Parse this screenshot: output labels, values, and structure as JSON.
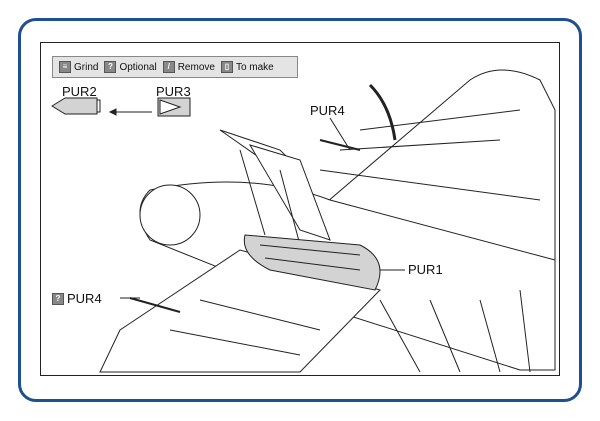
{
  "legend": {
    "items": [
      {
        "icon": "grind-icon",
        "label": "Grind"
      },
      {
        "icon": "optional-icon",
        "label": "Optional"
      },
      {
        "icon": "remove-icon",
        "label": "Remove"
      },
      {
        "icon": "to-make-icon",
        "label": "To make"
      }
    ]
  },
  "parts": {
    "pur1": "PUR1",
    "pur2": "PUR2",
    "pur3": "PUR3",
    "pur4_top": "PUR4",
    "pur4_left": "PUR4"
  },
  "colors": {
    "border": "#1d4f91",
    "part_fill": "#d3d3d3"
  }
}
